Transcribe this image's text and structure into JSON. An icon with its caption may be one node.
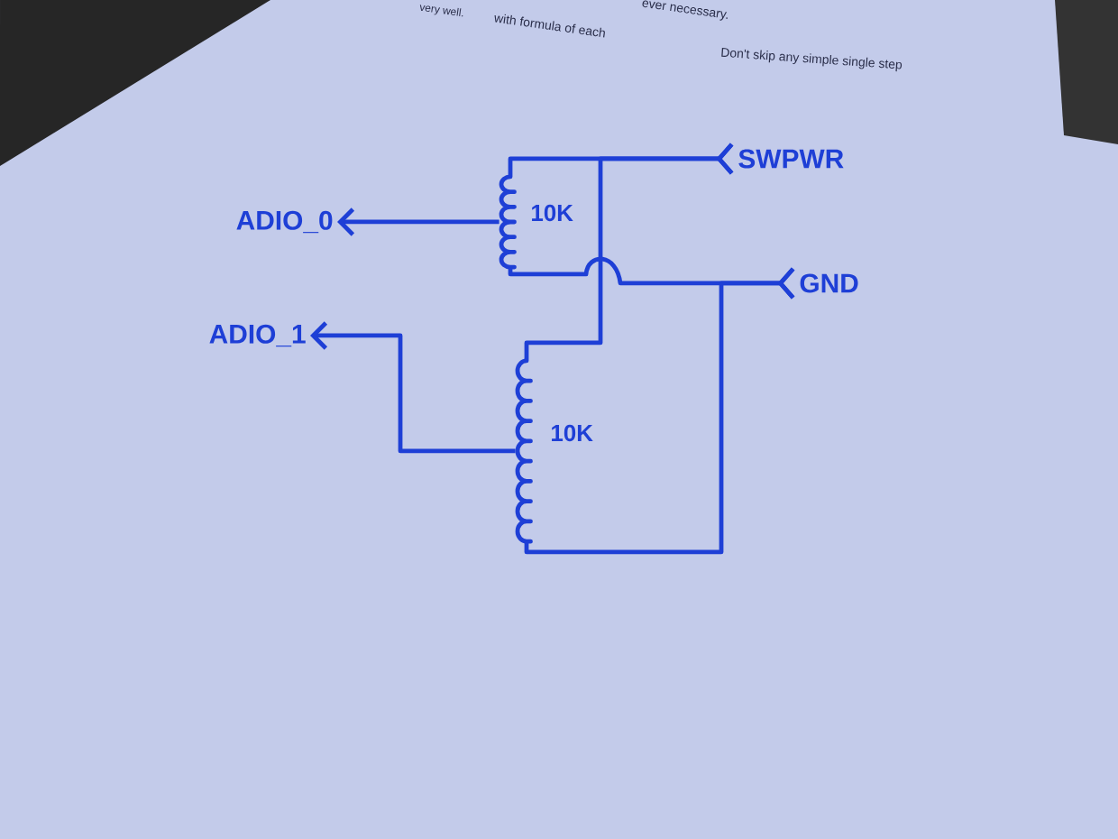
{
  "diagram": {
    "nodes": [
      {
        "text": [
          "ADIO_0"
        ]
      },
      {
        "text": [
          "ADIO_1"
        ]
      },
      {
        "text": [
          "SWPWR"
        ]
      },
      {
        "text": [
          "GND"
        ]
      },
      {
        "text": [],
        "shape": "resistor",
        "beside": [
          "10K"
        ]
      },
      {
        "text": [],
        "shape": "resistor",
        "beside": [
          "10K"
        ]
      }
    ],
    "edges": [
      {
        "from": 4,
        "to": 2,
        "arrow": "other"
      },
      {
        "from": 5,
        "to": 2,
        "arrow": "other"
      },
      {
        "from": 4,
        "to": 0,
        "arrow": "to"
      },
      {
        "from": 5,
        "to": 1,
        "arrow": "to"
      },
      {
        "from": 4,
        "to": 3,
        "arrow": "other"
      },
      {
        "from": 5,
        "to": 3,
        "arrow": "other"
      }
    ],
    "labels": [
      "ever necessary.",
      "very well.",
      "with formula of each",
      "Don't skip any simple single step"
    ]
  }
}
